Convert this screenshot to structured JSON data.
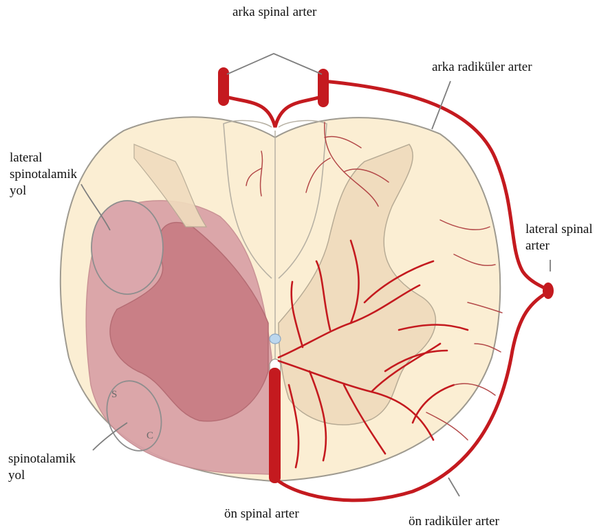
{
  "labels": {
    "posterior_spinal_artery": "arka spinal arter",
    "posterior_radicular_artery": "arka radiküler arter",
    "lateral_spinothalamic_tract": [
      "lateral",
      "spinotalamik",
      "yol"
    ],
    "lateral_spinal_artery": [
      "lateral spinal",
      "arter"
    ],
    "spinothalamic_tract": [
      "spinotalamik",
      "yol"
    ],
    "anterior_spinal_artery": "ön spinal arter",
    "anterior_radicular_artery": "ön radiküler arter",
    "sacral_marker": "S",
    "cervical_marker": "C"
  },
  "colors": {
    "cord_fill": "#fbeed3",
    "grey_matter": "#f0dcbe",
    "infarct": "#d9a0a6",
    "infarct_dark": "#c97f86",
    "artery": "#c41a1f",
    "outline": "#9e9a90"
  }
}
